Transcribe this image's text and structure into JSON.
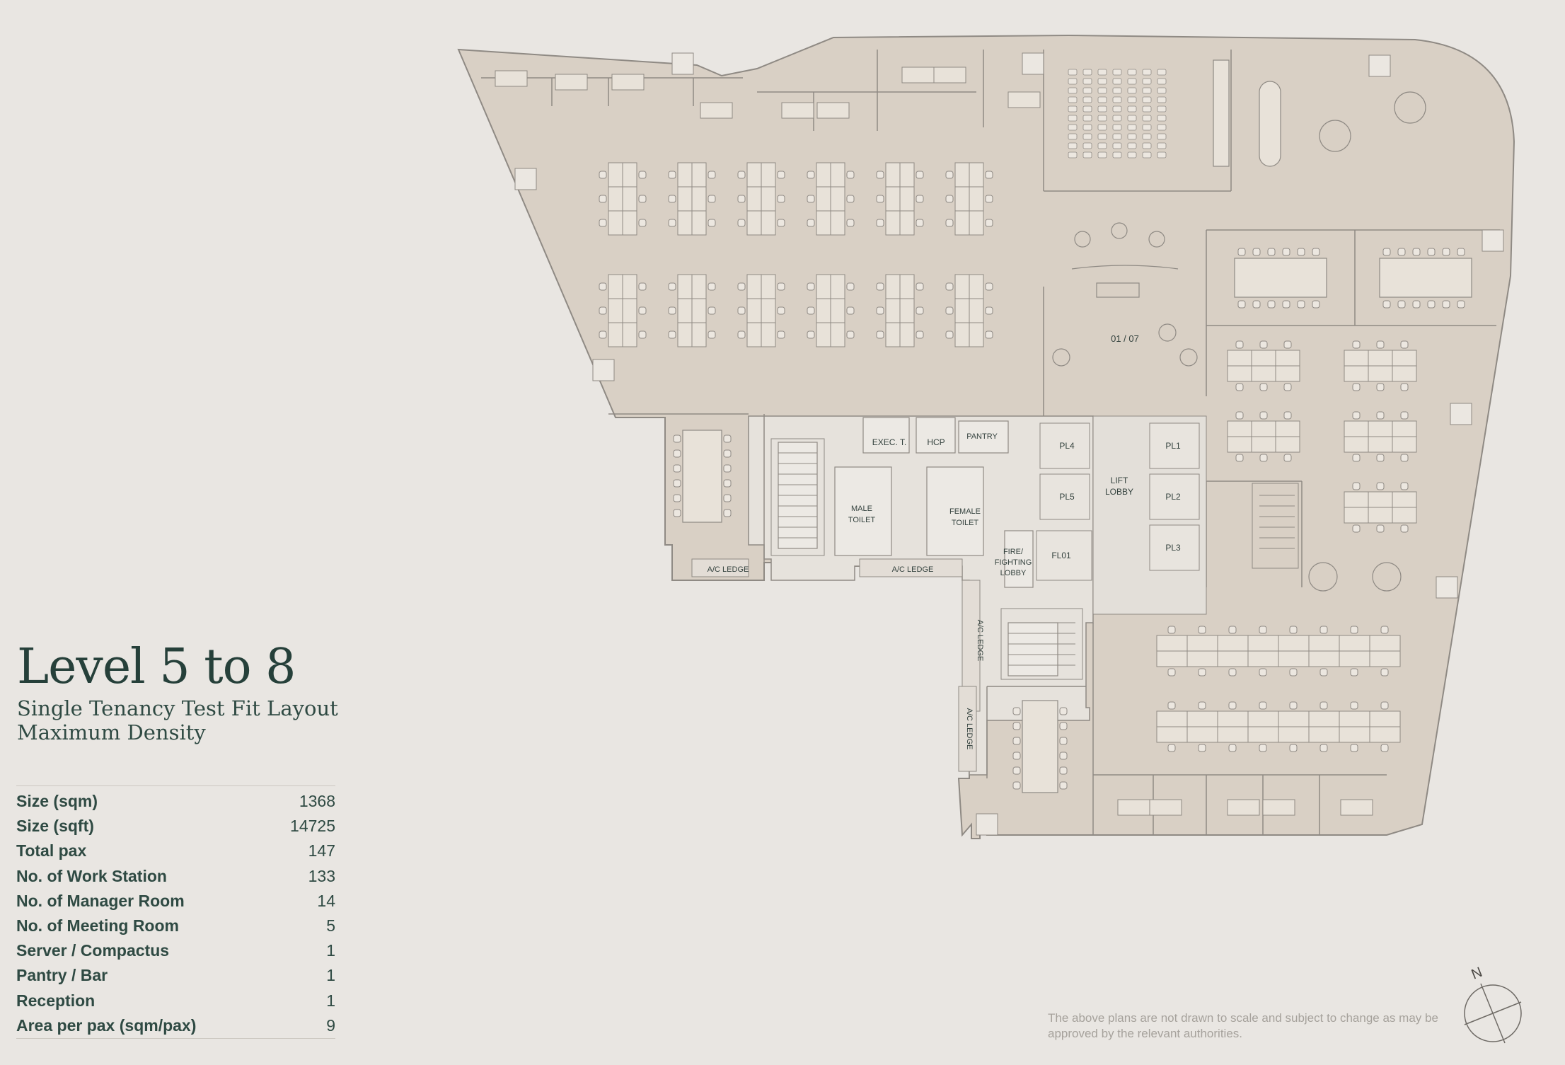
{
  "title": "Level 5 to 8",
  "subtitle": [
    "Single Tenancy Test Fit Layout",
    "Maximum Density"
  ],
  "stats": [
    {
      "label": "Size (sqm)",
      "value": "1368"
    },
    {
      "label": "Size (sqft)",
      "value": "14725"
    },
    {
      "label": "Total pax",
      "value": "147"
    },
    {
      "label": "No. of Work Station",
      "value": "133"
    },
    {
      "label": "No. of Manager Room",
      "value": "14"
    },
    {
      "label": "No. of Meeting Room",
      "value": "5"
    },
    {
      "label": "Server / Compactus",
      "value": "1"
    },
    {
      "label": "Pantry / Bar",
      "value": "1"
    },
    {
      "label": "Reception",
      "value": "1"
    },
    {
      "label": "Area per pax (sqm/pax)",
      "value": "9"
    }
  ],
  "plan_labels": {
    "reception": "01 / 07",
    "exec_toilet": "EXEC. T.",
    "hcp": "HCP",
    "pantry": "PANTRY",
    "male_toilet": [
      "MALE",
      "TOILET"
    ],
    "female_toilet": [
      "FEMALE",
      "TOILET"
    ],
    "lift_lobby": [
      "LIFT",
      "LOBBY"
    ],
    "fire_lobby": [
      "FIRE/",
      "FIGHTING",
      "LOBBY"
    ],
    "ac_ledge": "A/C LEDGE",
    "lifts": [
      "PL4",
      "PL5",
      "FL01",
      "PL1",
      "PL2",
      "PL3"
    ]
  },
  "disclaimer": "The above plans are not drawn to scale and subject to change as may be approved by the relevant authorities.",
  "compass_label": "N",
  "colors": {
    "background": "#e9e6e2",
    "floor_fill": "#d9d0c5",
    "core_fill": "#e6e2dc",
    "line": "#8f8a84",
    "text": "#2f4a43"
  }
}
